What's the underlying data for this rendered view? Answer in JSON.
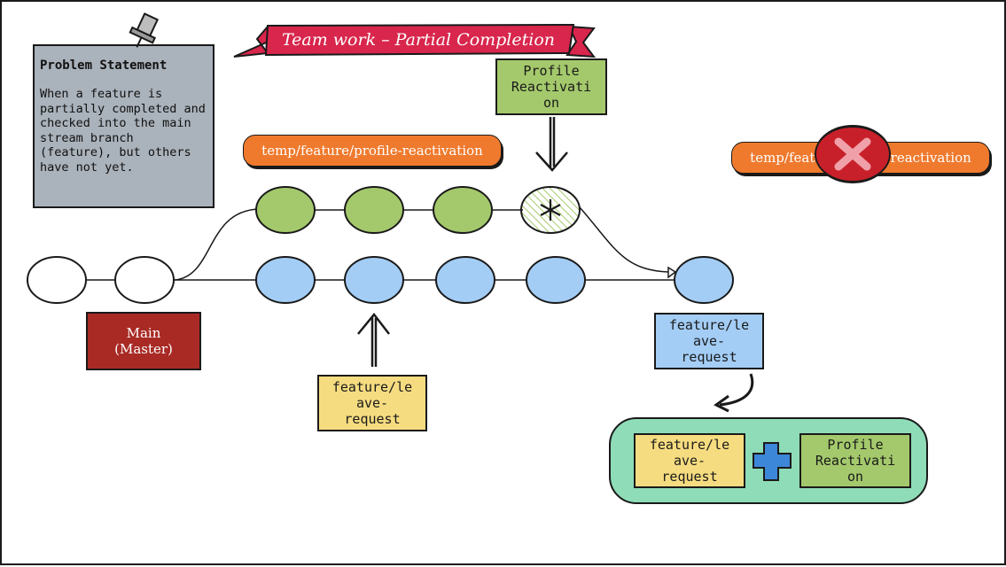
{
  "banner": {
    "title": "Team work – Partial Completion"
  },
  "problem": {
    "heading": "Problem Statement",
    "body": "When a feature is partially completed and checked into the main stream branch (feature), but others have not yet."
  },
  "labels": {
    "profile_top": "Profile Reactivati on",
    "temp_branch": "temp/feature/profile-reactivation",
    "temp_branch_deleted": "temp/feature/profile-reactivation",
    "main": "Main (Master)",
    "feature_bottom": "feature/le ave- request",
    "feature_right": "feature/le ave- request",
    "combo_feature": "feature/le ave- request",
    "combo_profile": "Profile Reactivati on"
  },
  "colors": {
    "green": "#a4c96c",
    "blue": "#a3cdf5",
    "orange": "#ef7a2e",
    "red_banner": "#d8264c",
    "main_red": "#a92a25",
    "yellow": "#f6dc80",
    "teal": "#8fdcb8",
    "plus_blue": "#3d87d8",
    "x_red": "#c8202a"
  },
  "icons": [
    "pushpin-icon",
    "arrow-down-icon",
    "arrow-up-icon",
    "curved-arrow-icon",
    "plus-icon",
    "cross-icon",
    "asterisk-icon"
  ]
}
